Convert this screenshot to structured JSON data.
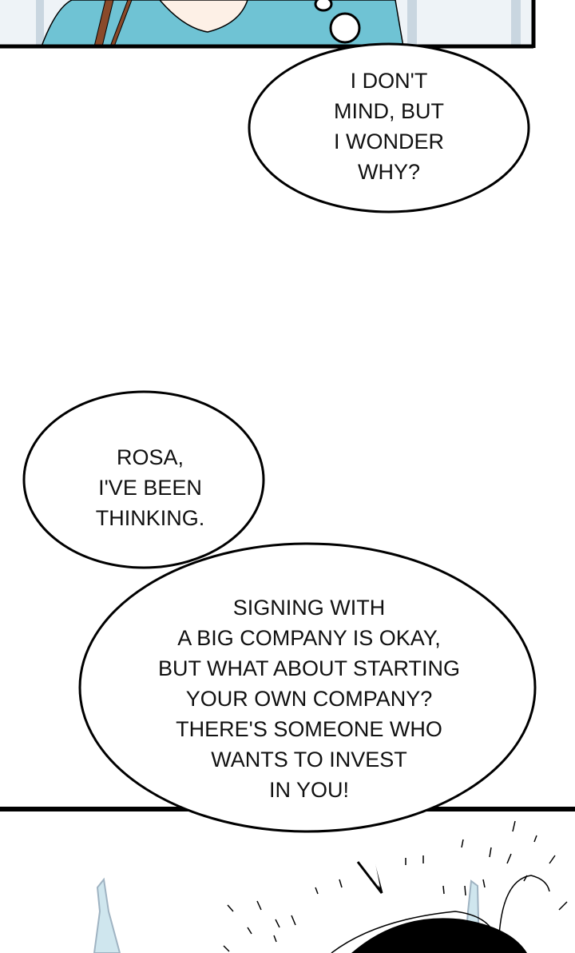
{
  "bubble_top": {
    "lines": [
      "I DON'T",
      "MIND, BUT",
      "I WONDER",
      "WHY?"
    ]
  },
  "bubble_rosa": {
    "lines": [
      "ROSA,",
      "I'VE BEEN",
      "THINKING."
    ]
  },
  "bubble_invest": {
    "lines": [
      "SIGNING WITH",
      "A BIG COMPANY IS OKAY,",
      "BUT WHAT ABOUT STARTING",
      "YOUR OWN COMPANY?",
      "THERE'S SOMEONE WHO",
      "WANTS TO INVEST",
      "IN YOU!"
    ]
  },
  "colors": {
    "shirt": "#6fc3d4",
    "strap": "#8a4a2a",
    "ink": "#000000"
  }
}
